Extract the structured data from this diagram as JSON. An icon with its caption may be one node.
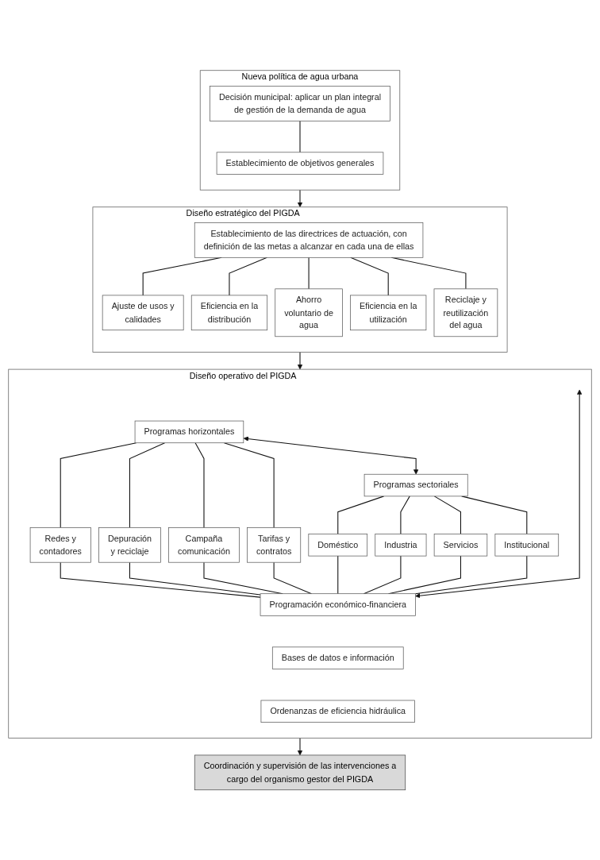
{
  "diagram": {
    "nodes": [
      {
        "text": [
          "Nueva política de agua urbana"
        ]
      },
      {
        "text": [
          "Decisión municipal: aplicar un plan integral de gestión de la demanda de agua"
        ],
        "in": 0
      },
      {
        "text": [
          "Establecimiento de objetivos generales"
        ],
        "in": 0
      },
      {
        "text": [
          "Diseño estratégico del PIGDA"
        ]
      },
      {
        "text": [
          "Establecimiento de las directrices de actuación, con definición de las metas a alcanzar en cada una de ellas"
        ],
        "in": 3
      },
      {
        "text": [
          "Ajuste de usos y calidades"
        ],
        "in": 3
      },
      {
        "text": [
          "Eficiencia en la distribución"
        ],
        "in": 3
      },
      {
        "text": [
          "Ahorro voluntario de agua"
        ],
        "in": 3
      },
      {
        "text": [
          "Eficiencia en la utilización"
        ],
        "in": 3
      },
      {
        "text": [
          "Reciclaje y reutilización del agua"
        ],
        "in": 3
      },
      {
        "text": [
          "Diseño operativo del PIGDA"
        ]
      },
      {
        "text": [
          "Programas horizontales"
        ],
        "in": 10
      },
      {
        "text": [
          "Programas sectoriales"
        ],
        "in": 10
      },
      {
        "text": [
          "Redes y contadores"
        ],
        "in": 10
      },
      {
        "text": [
          "Depuración y reciclaje"
        ],
        "in": 10
      },
      {
        "text": [
          "Campaña comunicación"
        ],
        "in": 10
      },
      {
        "text": [
          "Tarifas y contratos"
        ],
        "in": 10
      },
      {
        "text": [
          "Doméstico"
        ],
        "in": 10
      },
      {
        "text": [
          "Industria"
        ],
        "in": 10
      },
      {
        "text": [
          "Servicios"
        ],
        "in": 10
      },
      {
        "text": [
          "Institucional"
        ],
        "in": 10
      },
      {
        "text": [
          "Programación económico-financiera"
        ],
        "in": 10
      },
      {
        "text": [
          "Bases de datos e información"
        ],
        "in": 10
      },
      {
        "text": [
          "Ordenanzas de eficiencia hidráulica"
        ],
        "in": 10
      },
      {
        "text": [
          "Coordinación y supervisión de las intervenciones a cargo del organismo gestor del PIGDA"
        ]
      }
    ],
    "edges": [
      {
        "from": 1,
        "to": 2,
        "arrow": "none"
      },
      {
        "from": 0,
        "to": 3,
        "arrow": "to"
      },
      {
        "from": 4,
        "to": 5,
        "arrow": "none"
      },
      {
        "from": 4,
        "to": 6,
        "arrow": "none"
      },
      {
        "from": 4,
        "to": 7,
        "arrow": "none"
      },
      {
        "from": 4,
        "to": 8,
        "arrow": "none"
      },
      {
        "from": 4,
        "to": 9,
        "arrow": "none"
      },
      {
        "from": 3,
        "to": 10,
        "arrow": "to"
      },
      {
        "from": 11,
        "to": 12,
        "arrow": "both"
      },
      {
        "from": 11,
        "to": 13,
        "arrow": "none"
      },
      {
        "from": 11,
        "to": 14,
        "arrow": "none"
      },
      {
        "from": 11,
        "to": 15,
        "arrow": "none"
      },
      {
        "from": 11,
        "to": 16,
        "arrow": "none"
      },
      {
        "from": 12,
        "to": 17,
        "arrow": "none"
      },
      {
        "from": 12,
        "to": 18,
        "arrow": "none"
      },
      {
        "from": 12,
        "to": 19,
        "arrow": "none"
      },
      {
        "from": 12,
        "to": 20,
        "arrow": "none"
      },
      {
        "from": 13,
        "to": 21,
        "arrow": "none"
      },
      {
        "from": 14,
        "to": 21,
        "arrow": "none"
      },
      {
        "from": 15,
        "to": 21,
        "arrow": "none"
      },
      {
        "from": 16,
        "to": 21,
        "arrow": "none"
      },
      {
        "from": 17,
        "to": 21,
        "arrow": "none"
      },
      {
        "from": 18,
        "to": 21,
        "arrow": "none"
      },
      {
        "from": 19,
        "to": 21,
        "arrow": "none"
      },
      {
        "from": 20,
        "to": 21,
        "arrow": "none"
      },
      {
        "from": null,
        "to": 21,
        "arrow": "both"
      },
      {
        "from": 10,
        "to": 24,
        "arrow": "to"
      }
    ]
  }
}
